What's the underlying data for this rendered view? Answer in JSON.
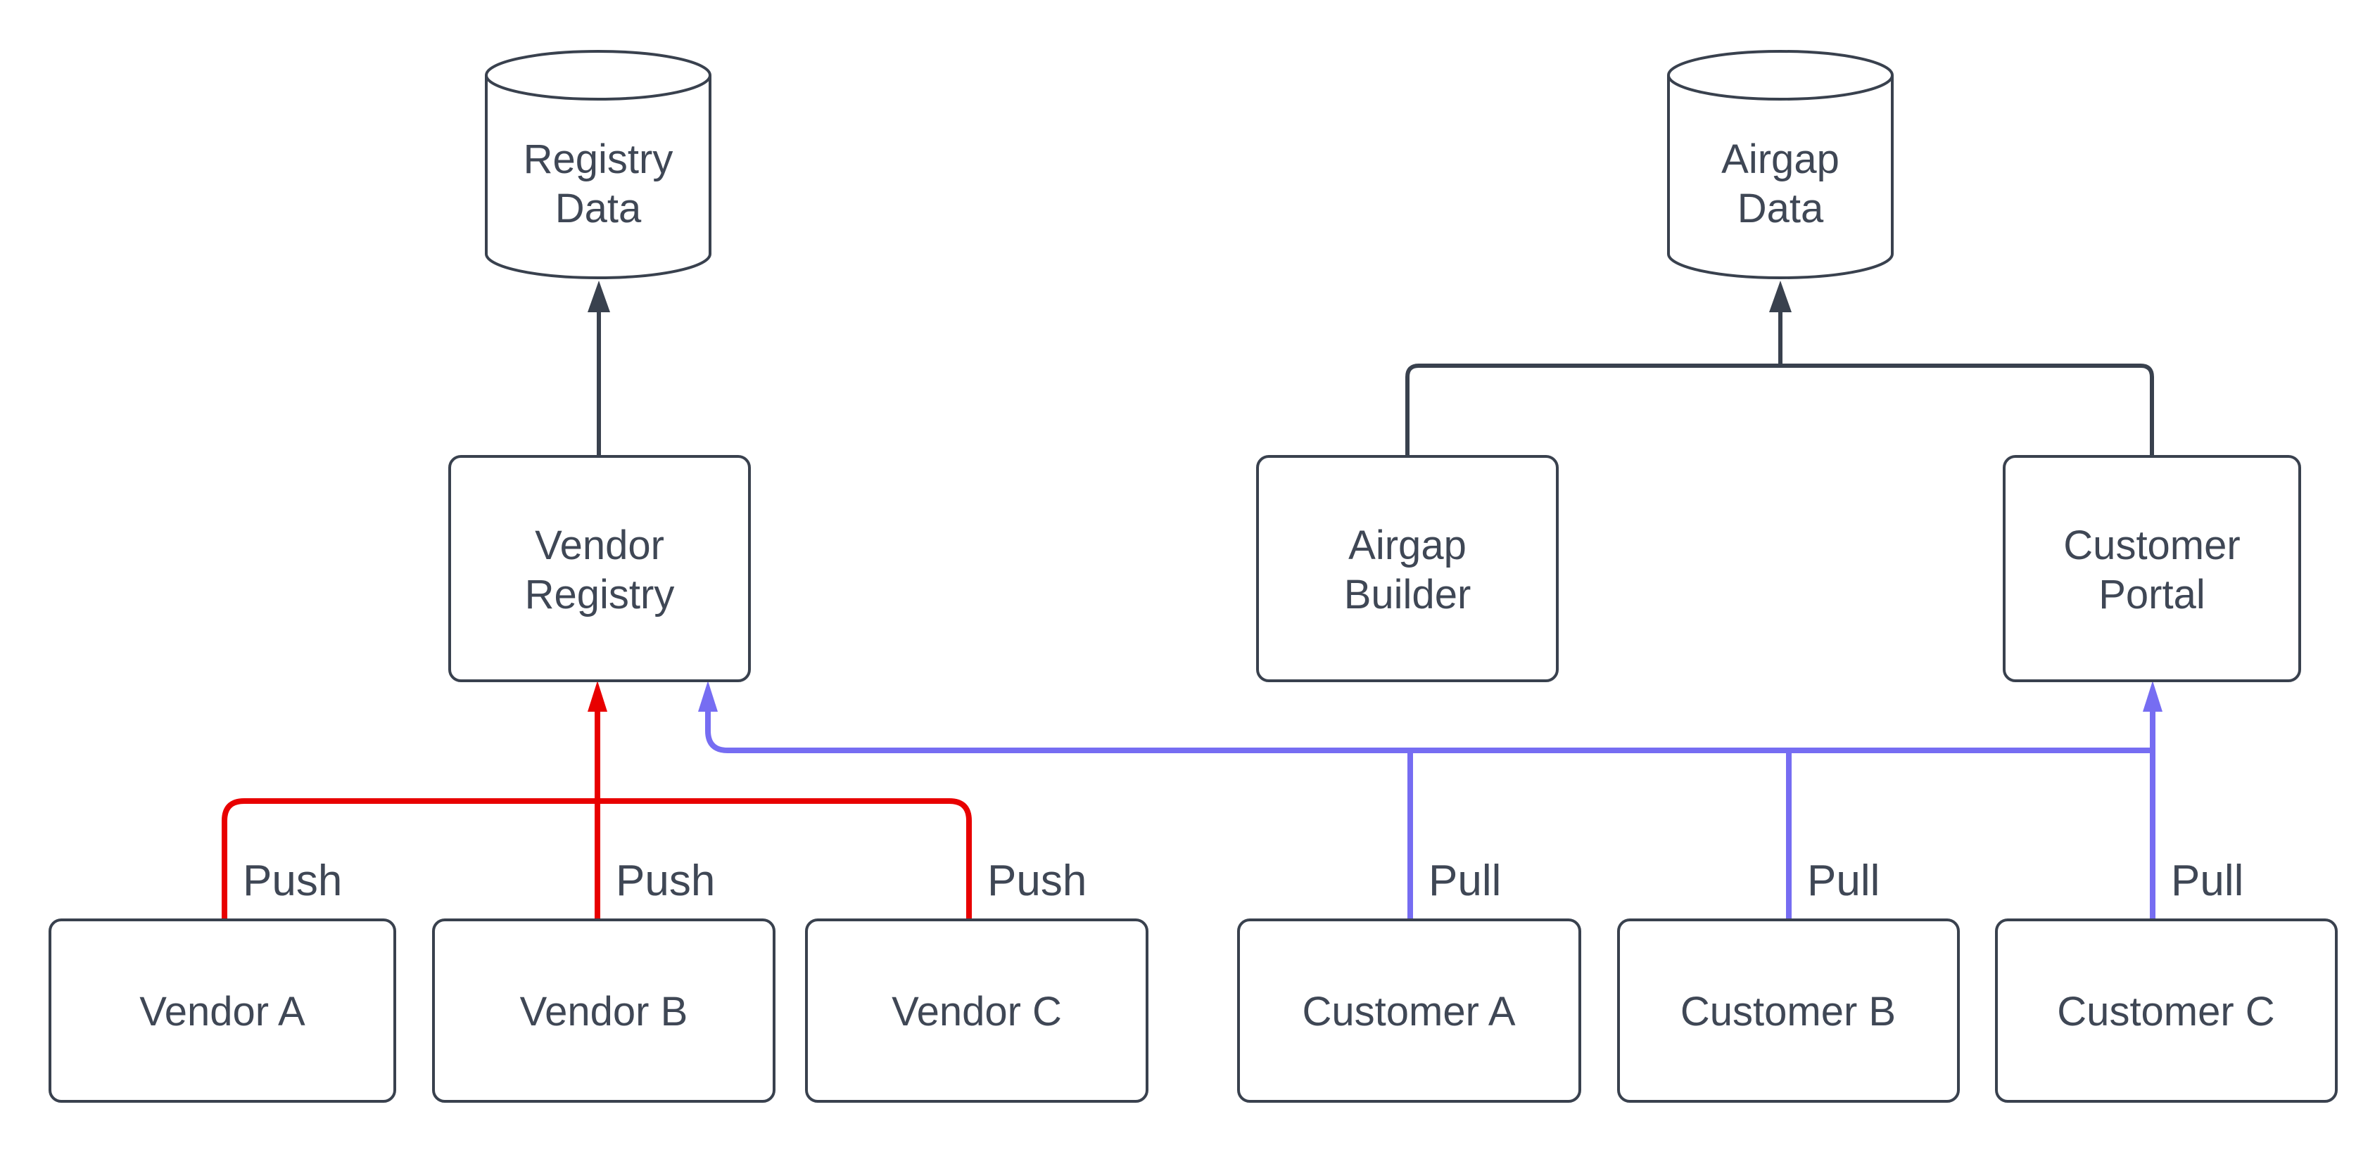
{
  "colors": {
    "background": "#ffffff",
    "node_fill": "#ffffff",
    "node_border": "#39414e",
    "text": "#3f4755",
    "dark_edge": "#39414e",
    "push_edge": "#e80000",
    "pull_edge": "#766df2"
  },
  "nodes": {
    "registry_data": {
      "shape": "cylinder",
      "lines": [
        "Registry",
        "Data"
      ]
    },
    "airgap_data": {
      "shape": "cylinder",
      "lines": [
        "Airgap",
        "Data"
      ]
    },
    "vendor_registry": {
      "shape": "rect",
      "lines": [
        "Vendor",
        "Registry"
      ]
    },
    "airgap_builder": {
      "shape": "rect",
      "lines": [
        "Airgap",
        "Builder"
      ]
    },
    "customer_portal": {
      "shape": "rect",
      "lines": [
        "Customer",
        "Portal"
      ]
    },
    "vendor_a": {
      "shape": "rect",
      "lines": [
        "Vendor A"
      ]
    },
    "vendor_b": {
      "shape": "rect",
      "lines": [
        "Vendor B"
      ]
    },
    "vendor_c": {
      "shape": "rect",
      "lines": [
        "Vendor C"
      ]
    },
    "customer_a": {
      "shape": "rect",
      "lines": [
        "Customer A"
      ]
    },
    "customer_b": {
      "shape": "rect",
      "lines": [
        "Customer B"
      ]
    },
    "customer_c": {
      "shape": "rect",
      "lines": [
        "Customer C"
      ]
    }
  },
  "edges": {
    "push_label": "Push",
    "pull_label": "Pull"
  }
}
